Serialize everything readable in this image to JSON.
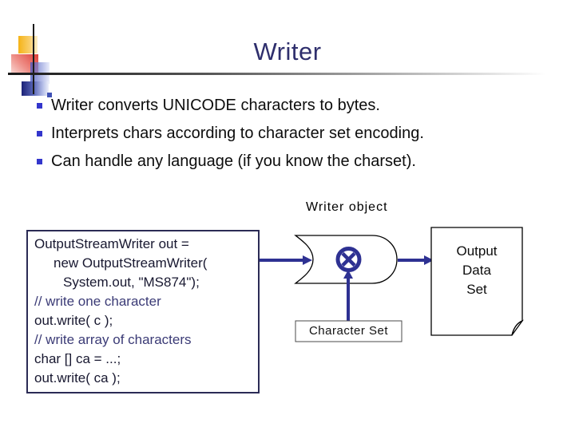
{
  "slide": {
    "title": "Writer",
    "bullets": [
      "Writer converts UNICODE characters to bytes.",
      "Interprets chars according to character set encoding.",
      "Can handle any language (if you know the charset)."
    ],
    "diagram": {
      "label": "Writer object",
      "charset_box_label": "Character Set",
      "output_document": {
        "line1": "Output",
        "line2": "Data",
        "line3": "Set"
      },
      "icons": {
        "converter_symbol": "circled-x-icon"
      }
    },
    "code_box": {
      "lines": [
        "OutputStreamWriter out =",
        "new OutputStreamWriter(",
        "System.out, \"MS874\");",
        "// write one character",
        "out.write( c );",
        "// write array of characters",
        "char [] ca = ...;",
        "out.write( ca );"
      ]
    },
    "colors": {
      "title": "#2f2f6d",
      "bullet_marker": "#3336cc",
      "arrow_navy": "#2e3192",
      "code_text": "#181830",
      "code_comment": "#3b3b76",
      "logo_yellow": "#f5b316",
      "logo_red": "#df4038",
      "logo_navy": "#1b2277"
    }
  }
}
